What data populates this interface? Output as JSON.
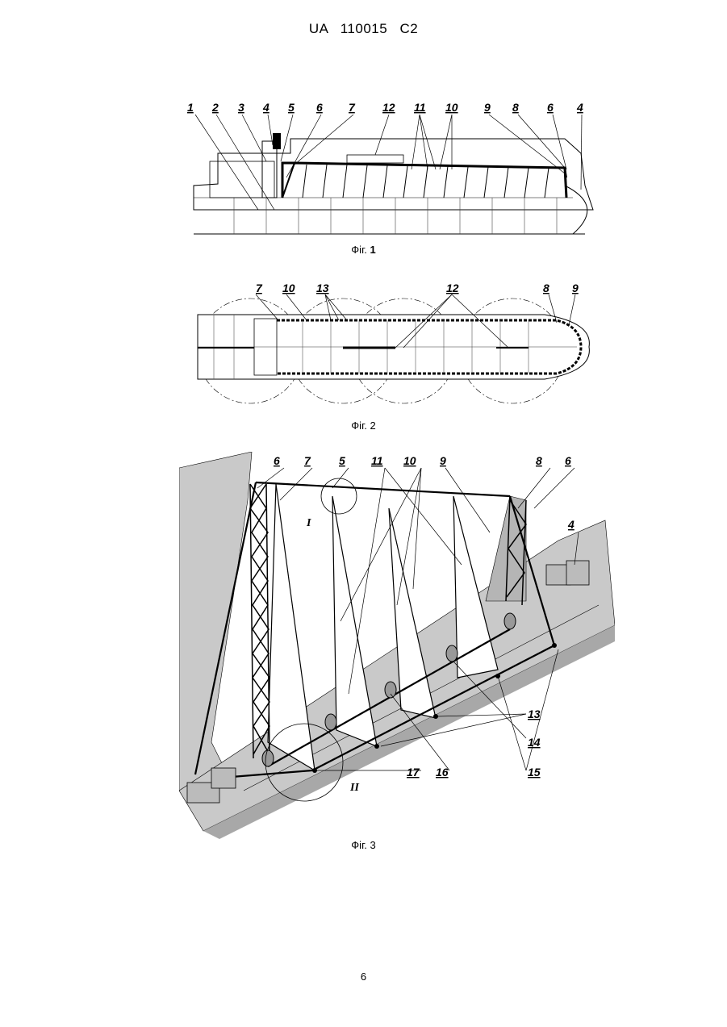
{
  "header": {
    "country": "UA",
    "number": "110015",
    "kind": "C2"
  },
  "figures": [
    {
      "caption_prefix": "Фіг.",
      "caption_number": "1",
      "labels": [
        "1",
        "2",
        "3",
        "4",
        "5",
        "6",
        "7",
        "12",
        "11",
        "10",
        "9",
        "8",
        "6",
        "4"
      ]
    },
    {
      "caption_prefix": "Фіг.",
      "caption_number": "2",
      "labels": [
        "7",
        "10",
        "13",
        "12",
        "8",
        "9"
      ]
    },
    {
      "caption_prefix": "Фіг.",
      "caption_number": "3",
      "labels": [
        "6",
        "7",
        "5",
        "11",
        "10",
        "9",
        "8",
        "6",
        "4",
        "13",
        "14",
        "15",
        "17",
        "16"
      ],
      "detail_marks": [
        "I",
        "II"
      ]
    }
  ],
  "page_number": "6"
}
